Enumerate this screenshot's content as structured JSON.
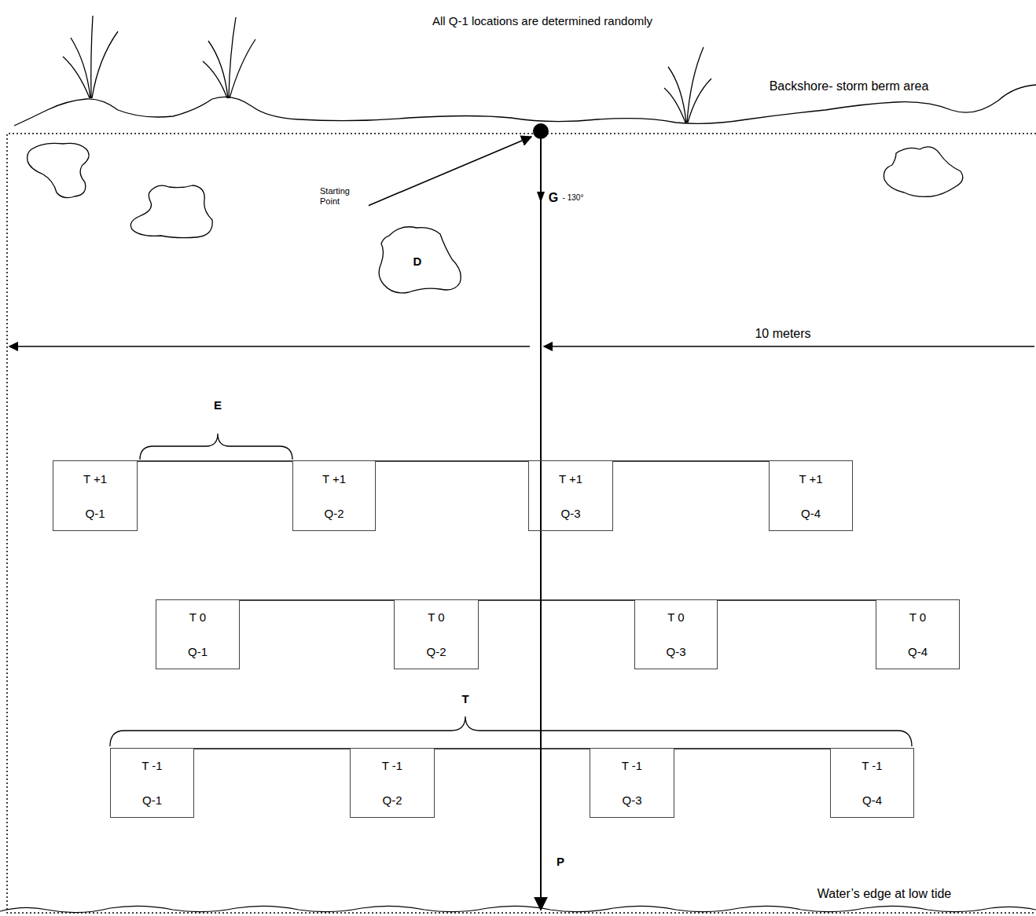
{
  "diagram": {
    "nodes": [
      {
        "text": [
          "T +1",
          "Q-1"
        ]
      },
      {
        "text": [
          "T +1",
          "Q-2"
        ]
      },
      {
        "text": [
          "T +1",
          "Q-3"
        ]
      },
      {
        "text": [
          "T +1",
          "Q-4"
        ]
      },
      {
        "text": [
          "T 0",
          "Q-1"
        ]
      },
      {
        "text": [
          "T 0",
          "Q-2"
        ]
      },
      {
        "text": [
          "T 0",
          "Q-3"
        ]
      },
      {
        "text": [
          "T 0",
          "Q-4"
        ]
      },
      {
        "text": [
          "T -1",
          "Q-1"
        ]
      },
      {
        "text": [
          "T -1",
          "Q-2"
        ]
      },
      {
        "text": [
          "T -1",
          "Q-3"
        ]
      },
      {
        "text": [
          "T -1",
          "Q-4"
        ]
      }
    ],
    "edges": [
      {
        "from": 0,
        "to": 1,
        "arrow": "none"
      },
      {
        "from": 1,
        "to": 2,
        "arrow": "none"
      },
      {
        "from": 2,
        "to": 3,
        "arrow": "none"
      },
      {
        "from": 4,
        "to": 5,
        "arrow": "none"
      },
      {
        "from": 5,
        "to": 6,
        "arrow": "none"
      },
      {
        "from": 6,
        "to": 7,
        "arrow": "none"
      },
      {
        "from": 8,
        "to": 9,
        "arrow": "none"
      },
      {
        "from": 9,
        "to": 10,
        "arrow": "none"
      },
      {
        "from": 10,
        "to": 11,
        "arrow": "none"
      }
    ],
    "labels": [
      "All Q-1 locations are determined randomly",
      "Backshore- storm berm area",
      "Starting Point",
      "G",
      "- 130°",
      "D",
      "10 meters",
      "E",
      "T",
      "P",
      "Water’s edge at low tide"
    ]
  }
}
